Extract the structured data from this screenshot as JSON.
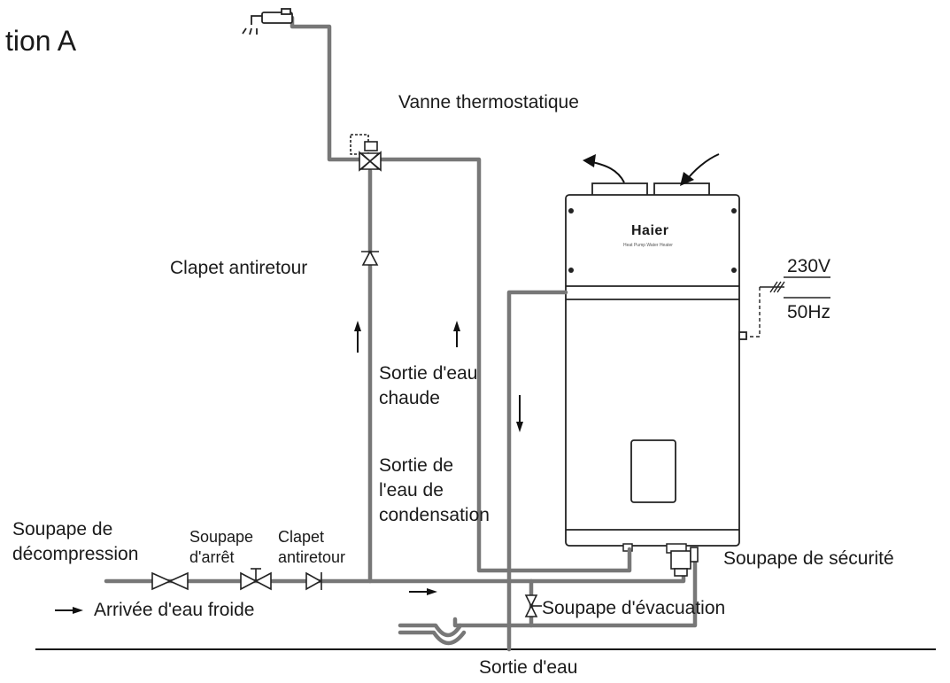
{
  "title": "tion A",
  "labels": {
    "thermostatic_valve": "Vanne thermostatique",
    "check_valve_vertical": "Clapet antiretour",
    "hot_water_outlet": "Sortie d'eau\nchaude",
    "condensate_outlet": "Sortie de\nl'eau de\ncondensation",
    "decompression_valve": "Soupape de\ndécompression",
    "stop_valve": "Soupape\nd'arrêt",
    "check_valve_horizontal": "Clapet\nantiretour",
    "safety_valve": "Soupape de sécurité",
    "drain_valve": "Soupape d'évacuation",
    "cold_water_inlet": "Arrivée d'eau froide",
    "water_outlet": "Sortie d'eau",
    "voltage": "230V",
    "frequency": "50Hz",
    "brand": "Haier",
    "brand_sub": "Heat Pump Water Heater"
  }
}
